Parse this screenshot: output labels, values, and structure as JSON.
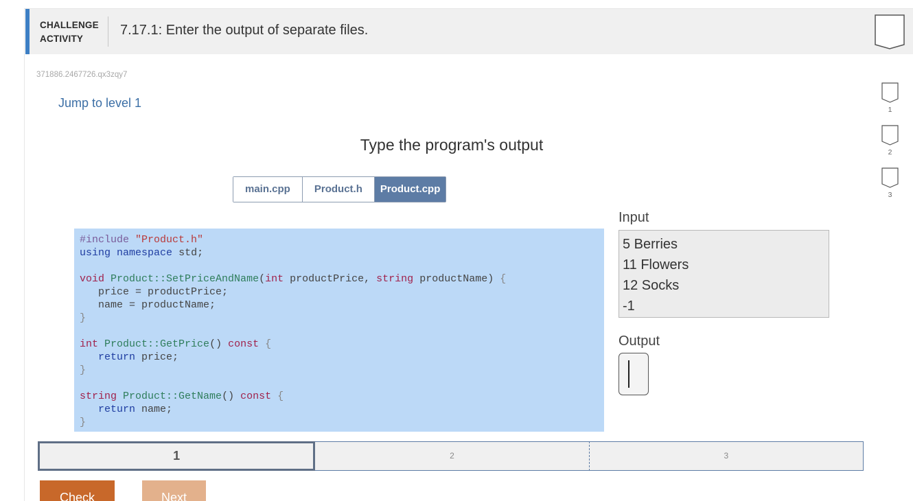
{
  "header": {
    "kind_line1": "CHALLENGE",
    "kind_line2": "ACTIVITY",
    "title": "7.17.1: Enter the output of separate files."
  },
  "activity_id": "371886.2467726.qx3zqy7",
  "jump_link": "Jump to level 1",
  "levels": [
    "1",
    "2",
    "3"
  ],
  "prompt": "Type the program's output",
  "tabs": [
    {
      "label": "main.cpp",
      "active": false
    },
    {
      "label": "Product.h",
      "active": false
    },
    {
      "label": "Product.cpp",
      "active": true
    }
  ],
  "code": {
    "include_directive": "#include",
    "include_file": "\"Product.h\"",
    "using": "using",
    "namespace": "namespace",
    "std": "std;",
    "void": "void",
    "set_fn": "Product::SetPriceAndName",
    "set_params_open": "(",
    "int": "int",
    "param1": "productPrice,",
    "string": "string",
    "param2": "productName)",
    "open_brace": "{",
    "line_price": "price = productPrice;",
    "line_name": "name = productName;",
    "close_brace": "}",
    "get_price_fn": "Product::GetPrice",
    "parens": "()",
    "const": "const",
    "return": "return",
    "ret_price": "price;",
    "get_name_fn": "Product::GetName",
    "ret_name": "name;"
  },
  "input": {
    "label": "Input",
    "lines": [
      "5 Berries",
      "11 Flowers",
      "12 Socks",
      "-1"
    ]
  },
  "output": {
    "label": "Output",
    "value": ""
  },
  "progress": {
    "segments": [
      "1",
      "2",
      "3"
    ],
    "active_index": 0
  },
  "buttons": {
    "check": "Check",
    "next": "Next"
  },
  "colors": {
    "accent": "#3d7fc4",
    "tab_active": "#5d7ca5",
    "code_bg": "#bcd9f7",
    "check_button": "#c8682a",
    "next_button": "#e3b18c"
  }
}
